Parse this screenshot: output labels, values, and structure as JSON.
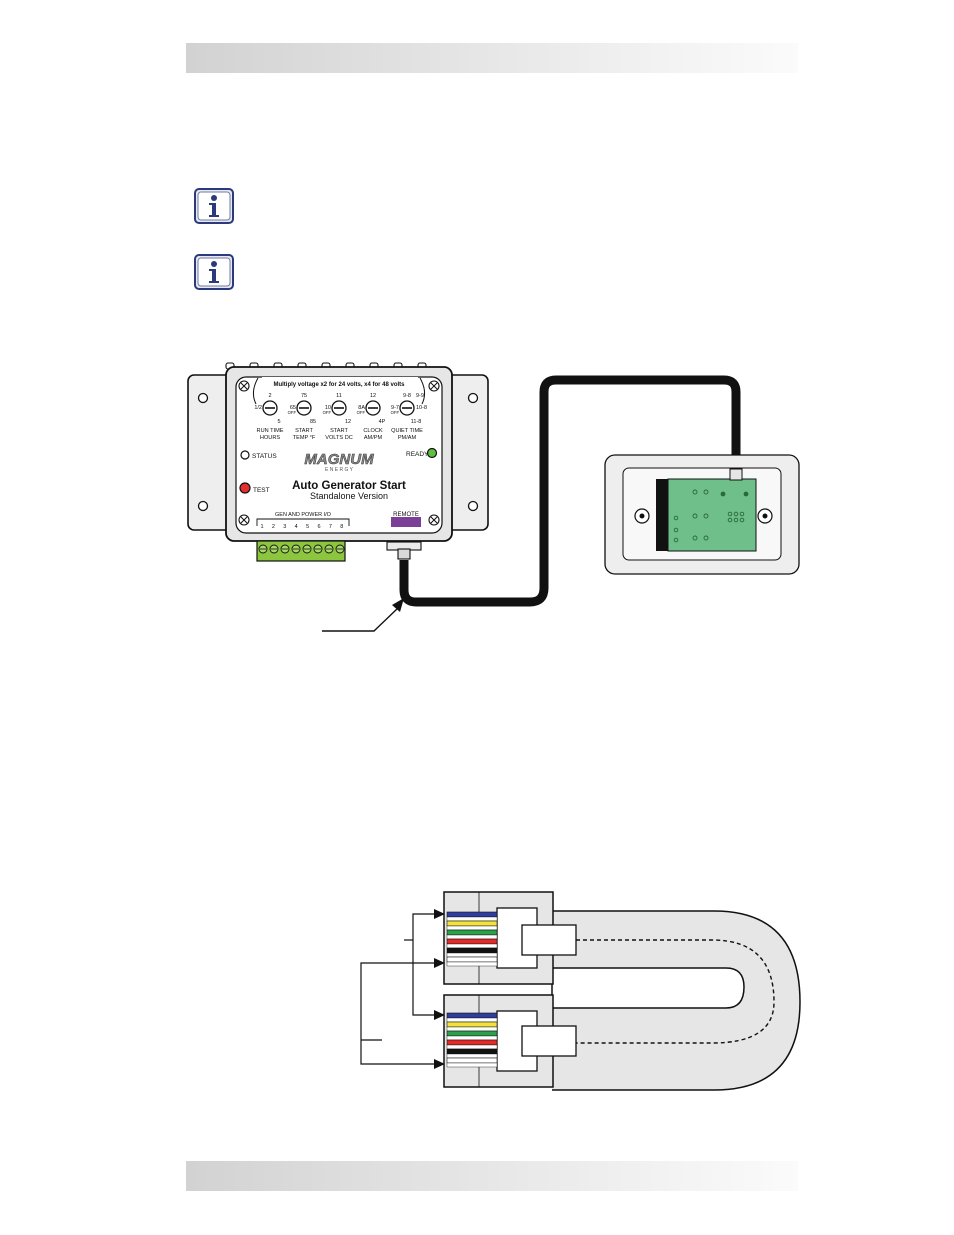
{
  "header": {},
  "footer": {},
  "notes": [
    {
      "icon": "info-icon"
    },
    {
      "icon": "info-icon"
    }
  ],
  "figure_agsm": {
    "panel_header": "Multiply voltage x2 for 24 volts, x4 for 48 volts",
    "dials": [
      {
        "label_line1": "RUN TIME",
        "label_line2": "HOURS",
        "top": "2",
        "left": "1/2",
        "bottom": "5"
      },
      {
        "label_line1": "START",
        "label_line2": "TEMP °F",
        "top": "75",
        "left": "65",
        "bottom": "85",
        "off": "OFF"
      },
      {
        "label_line1": "START",
        "label_line2": "VOLTS DC",
        "top": "11",
        "left": "10",
        "bottom": "12",
        "off": "OFF"
      },
      {
        "label_line1": "CLOCK",
        "label_line2": "AM/PM",
        "top": "12",
        "left": "8A",
        "bottom": "4P",
        "off": "OFF"
      },
      {
        "label_line1": "QUIET TIME",
        "label_line2": "PM/AM",
        "top": "9-8",
        "left": "9-7",
        "right": "10-8",
        "top_right": "9-9",
        "bottom": "11-8",
        "off": "OFF"
      }
    ],
    "status_label": "STATUS",
    "ready_label": "READY",
    "test_label": "TEST",
    "brand": "MAGNUM",
    "brand_sub": "E N E R G Y",
    "product_title": "Auto Generator Start",
    "product_subtitle": "Standalone Version",
    "terminal_header": "GEN AND POWER I/O",
    "terminal_numbers": [
      "1",
      "2",
      "3",
      "4",
      "5",
      "6",
      "7",
      "8"
    ],
    "remote_label": "REMOTE",
    "colors": {
      "cable": "#111111",
      "board_green": "#6fbf8a",
      "terminal_green": "#8cc63f",
      "remote_purple": "#7b3f98",
      "ready_led": "#5fbf3f",
      "test_led": "#e53030"
    }
  },
  "figure_cable": {
    "wire_colors": [
      "#2f3d9c",
      "#f2e33a",
      "#2aa14a",
      "#e52a2a",
      "#111111",
      "#ffffff"
    ]
  }
}
